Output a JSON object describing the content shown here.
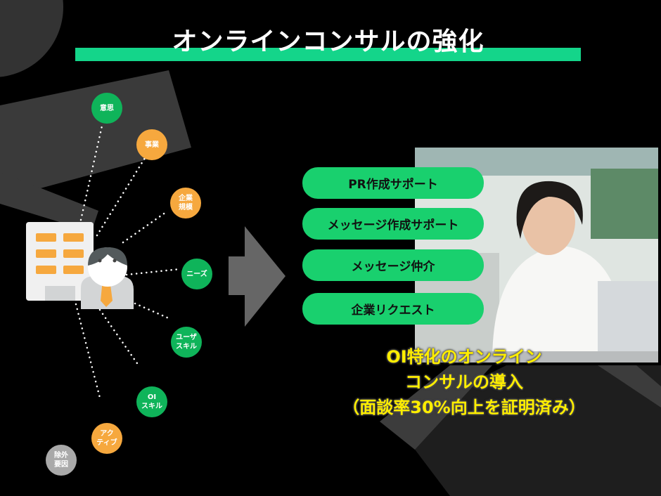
{
  "title": "オンラインコンサルの強化",
  "nodes": [
    {
      "label1": "意思",
      "label2": ""
    },
    {
      "label1": "事業",
      "label2": ""
    },
    {
      "label1": "企業",
      "label2": "規模"
    },
    {
      "label1": "ニーズ",
      "label2": ""
    },
    {
      "label1": "ユーザ",
      "label2": "スキル"
    },
    {
      "label1": "OI",
      "label2": "スキル"
    },
    {
      "label1": "アク",
      "label2": "ティブ"
    },
    {
      "label1": "除外",
      "label2": "要因"
    }
  ],
  "buttons": [
    "PR作成サポート",
    "メッセージ作成サポート",
    "メッセージ仲介",
    "企業リクエスト"
  ],
  "caption": [
    "OI特化のオンライン",
    "コンサルの導入",
    "（面談率30%向上を証明済み）"
  ],
  "colors": {
    "accent": "#14d58a",
    "green": "#0fb45a",
    "orange": "#f6a83e",
    "caption": "#ffee00"
  }
}
